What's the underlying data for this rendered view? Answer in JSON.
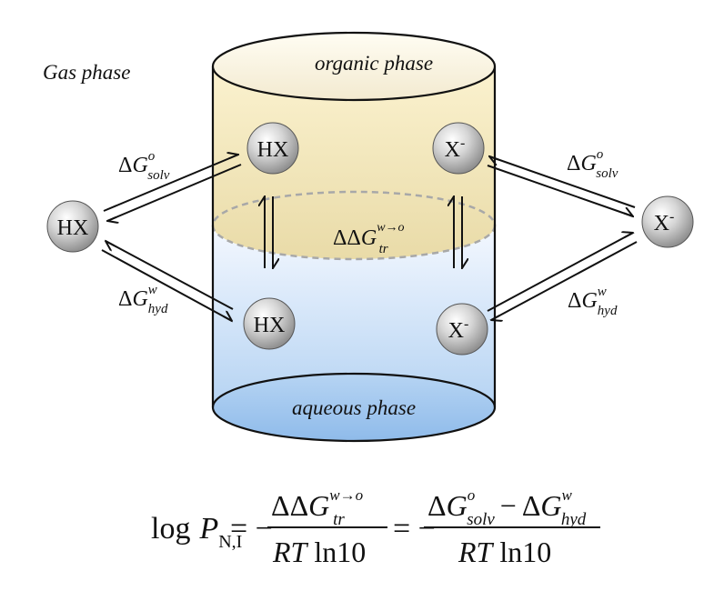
{
  "labels": {
    "gas_phase": "Gas phase",
    "organic_phase": "organic phase",
    "aqueous_phase": "aqueous phase"
  },
  "species": {
    "hx": "HX",
    "x_base": "X",
    "x_charge": "-"
  },
  "energies": {
    "delta": "Δ",
    "delta_delta": "ΔΔ",
    "G": "G",
    "solv_sup": "o",
    "solv_sub": "solv",
    "hyd_sup": "w",
    "hyd_sub": "hyd",
    "tr_sup": "w→o",
    "tr_sub": "tr"
  },
  "equation": {
    "log": "log",
    "P": "P",
    "P_sub": "N,I",
    "equals_minus": "= −",
    "minus": "−",
    "RT": "RT",
    "ln10": "ln10"
  },
  "colors": {
    "organic_top": "#fbf2cf",
    "organic_bottom": "#e9dba8",
    "aqueous_top": "#f4f8ff",
    "aqueous_bottom": "#a9ccf0",
    "sphere_light": "#ffffff",
    "sphere_dark": "#8c8c8c",
    "interface_dash": "#a8a8a8"
  }
}
